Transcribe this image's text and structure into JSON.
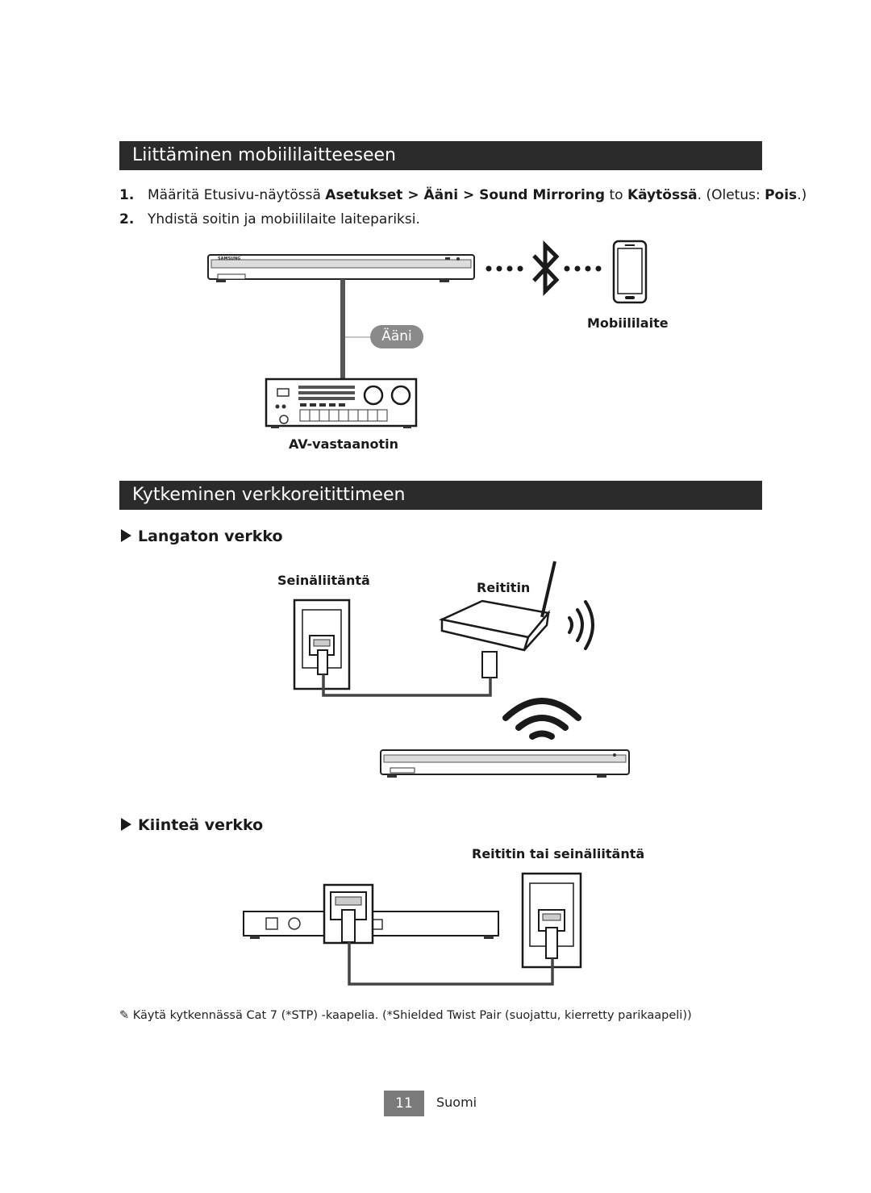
{
  "section1": {
    "title": "Liittäminen mobiililaitteeseen",
    "step1": {
      "num": "1.",
      "t1": "Määritä Etusivu-näytössä ",
      "b1": "Asetukset",
      "b2": "Ääni",
      "b3": "Sound Mirroring",
      "t2": " to ",
      "b4": "Käytössä",
      "t3": ". (Oletus: ",
      "b5": "Pois",
      "t4": ".)"
    },
    "step2": {
      "num": "2.",
      "text": "Yhdistä soitin ja mobiililaite laitepariksi."
    },
    "diagram": {
      "audio_badge": "Ääni",
      "mobile_label": "Mobiililaite",
      "receiver_label": "AV-vastaanotin",
      "brand": "SAMSUNG"
    }
  },
  "section2": {
    "title": "Kytkeminen verkkoreitittimeen",
    "wireless": {
      "heading": "Langaton verkko",
      "wall_label": "Seinäliitäntä",
      "router_label": "Reititin"
    },
    "wired": {
      "heading": "Kiinteä verkko",
      "label": "Reititin tai seinäliitäntä"
    }
  },
  "note": "✎  Käytä kytkennässä Cat 7 (*STP) -kaapelia. (*Shielded Twist Pair (suojattu, kierretty parikaapeli))",
  "footer": {
    "page": "11",
    "language": "Suomi"
  },
  "colors": {
    "bar": "#2b2b2b",
    "badge": "#8a8a8a",
    "page_box": "#7a7a7a"
  }
}
